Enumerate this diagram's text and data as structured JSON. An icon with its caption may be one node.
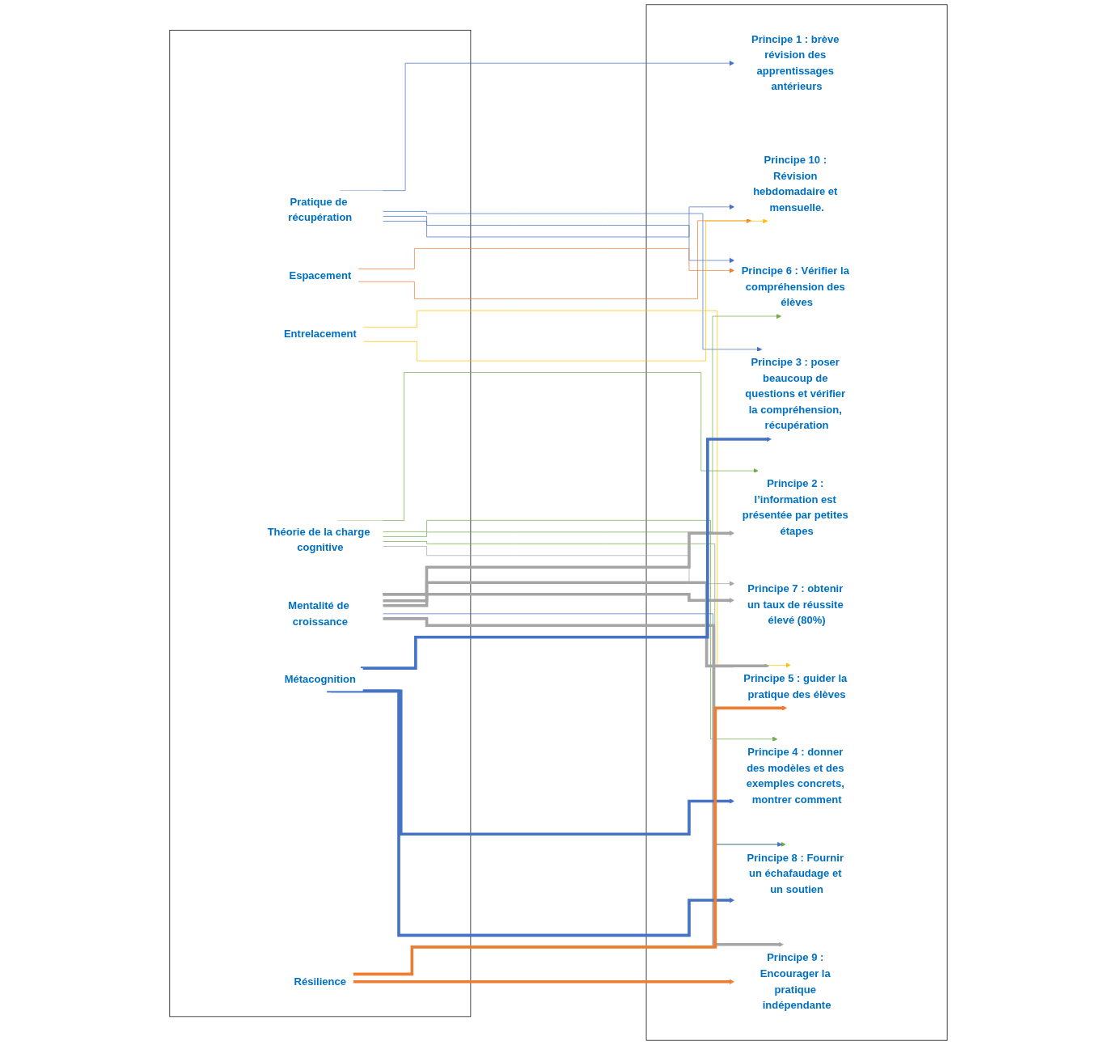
{
  "diagram": {
    "nodes": [
      {
        "text": [],
        "shape": "box"
      },
      {
        "text": [
          "Pratique de récupération"
        ],
        "in": 0
      },
      {
        "text": [
          "Espacement"
        ],
        "in": 0
      },
      {
        "text": [
          "Entrelacement"
        ],
        "in": 0
      },
      {
        "text": [
          "Théorie de la charge cognitive"
        ],
        "in": 0
      },
      {
        "text": [
          "Mentalité de croissance"
        ],
        "in": 0
      },
      {
        "text": [
          "Métacognition"
        ],
        "in": 0
      },
      {
        "text": [
          "Résilience"
        ],
        "in": 0
      },
      {
        "text": [],
        "shape": "box"
      },
      {
        "text": [
          "Principe 1 : brève révision des apprentissages antérieurs"
        ],
        "in": 8
      },
      {
        "text": [
          "Principe 2 : l’information est présentée par petites étapes"
        ],
        "in": 8
      },
      {
        "text": [
          "Principe 3 : poser beaucoup de questions et vérifier la compréhension, récupération"
        ],
        "in": 8
      },
      {
        "text": [
          "Principe 4 : donner des modèles et des exemples concrets, montrer comment"
        ],
        "in": 8
      },
      {
        "text": [
          "Principe 5 : guider la pratique des élèves"
        ],
        "in": 8
      },
      {
        "text": [
          "Principe 6 : Vérifier la compréhension des élèves"
        ],
        "in": 8
      },
      {
        "text": [
          "Principe 7 : obtenir un taux de réussite élevé (80%)"
        ],
        "in": 8
      },
      {
        "text": [
          "Principe 8 : Fournir un échafaudage et un soutien"
        ],
        "in": 8
      },
      {
        "text": [
          "Principe 9 : Encourager la pratique indépendante"
        ],
        "in": 8
      },
      {
        "text": [
          "Principe 10 : Révision hebdomadaire et mensuelle."
        ],
        "in": 8
      }
    ],
    "edges": [
      {
        "from": 1,
        "to": 9,
        "arrow": "to"
      },
      {
        "from": 1,
        "to": 11,
        "arrow": "to"
      },
      {
        "from": 1,
        "to": 14,
        "arrow": "to"
      },
      {
        "from": 1,
        "to": 18,
        "arrow": "to"
      },
      {
        "from": 2,
        "to": 14,
        "arrow": "to",
        "color": "#ed7d31"
      },
      {
        "from": 2,
        "to": 18,
        "arrow": "to",
        "color": "#ed7d31"
      },
      {
        "from": 3,
        "to": 13,
        "arrow": "to",
        "color": "#ffc000"
      },
      {
        "from": 3,
        "to": 18,
        "arrow": "to",
        "color": "#ffc000"
      },
      {
        "from": 4,
        "to": 10,
        "arrow": "to",
        "color": "#70ad47"
      },
      {
        "from": 4,
        "to": 12,
        "arrow": "to",
        "color": "#70ad47"
      },
      {
        "from": 4,
        "to": 14,
        "arrow": "to",
        "color": "#70ad47"
      },
      {
        "from": 4,
        "to": 16,
        "arrow": "to",
        "color": "#70ad47"
      },
      {
        "from": 4,
        "to": 15,
        "arrow": "to",
        "color": "#a5a5a5"
      },
      {
        "from": 5,
        "to": 10,
        "arrow": "to",
        "style": "thick",
        "color": "#a5a5a5"
      },
      {
        "from": 5,
        "to": 13,
        "arrow": "to",
        "style": "thick",
        "color": "#a5a5a5"
      },
      {
        "from": 5,
        "to": 15,
        "arrow": "to",
        "style": "thick",
        "color": "#a5a5a5"
      },
      {
        "from": 5,
        "to": 16,
        "arrow": "to"
      },
      {
        "from": 5,
        "to": 17,
        "arrow": "to",
        "style": "thick",
        "color": "#a5a5a5"
      },
      {
        "from": 6,
        "to": 11,
        "arrow": "to",
        "style": "thick"
      },
      {
        "from": 6,
        "to": 12,
        "arrow": "to",
        "style": "thick"
      },
      {
        "from": 6,
        "to": 16,
        "arrow": "to",
        "style": "thick"
      },
      {
        "from": 7,
        "to": 13,
        "arrow": "to",
        "style": "thick",
        "color": "#ed7d31"
      },
      {
        "from": 7,
        "to": 17,
        "arrow": "to",
        "style": "thick",
        "color": "#ed7d31"
      }
    ]
  }
}
